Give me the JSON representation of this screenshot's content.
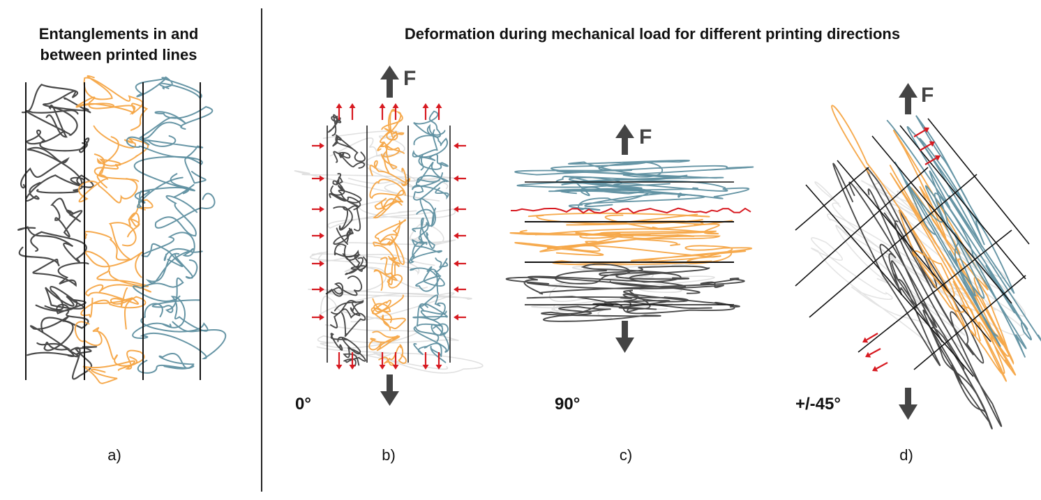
{
  "titles": {
    "left": "Entanglements in and between printed lines",
    "left_line1": "Entanglements in and",
    "left_line2": "between printed lines",
    "right": "Deformation during mechanical load for different printing directions"
  },
  "panels": {
    "a": {
      "label": "a)"
    },
    "b": {
      "label": "b)",
      "angle": "0°"
    },
    "c": {
      "label": "c)",
      "angle": "90°"
    },
    "d": {
      "label": "d)",
      "angle": "+/-45°"
    }
  },
  "force_symbol": "F",
  "colors": {
    "dark_strand": "#404040",
    "orange_strand": "#f5a545",
    "teal_strand": "#5e8fa0",
    "ghost_strand": "#d8d8d8",
    "stress_arrow": "#d71920",
    "force_arrow": "#444444",
    "boundary_line": "#111111"
  }
}
